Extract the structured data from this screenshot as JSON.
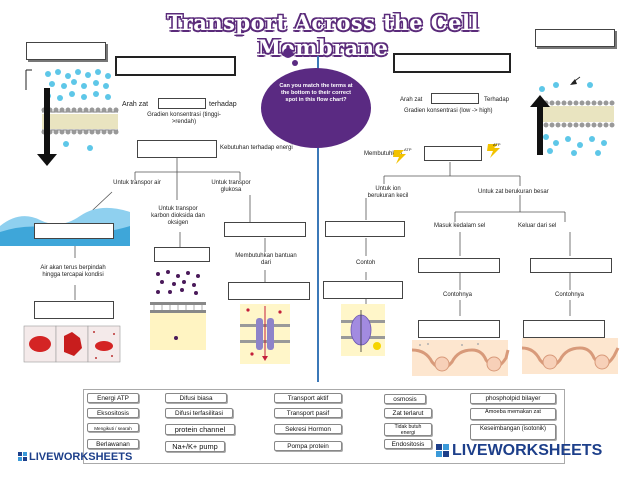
{
  "header": {
    "title": "Transport Across the Cell Membrane"
  },
  "bubble": {
    "text": "Can you match the terms at the bottom to their correct spot in this flow chart?"
  },
  "left": {
    "arah_label": "Arah zat",
    "terhadap_label": "terhadap",
    "gradien_label": "Gradien konsentrasi (tinggi->rendah)",
    "kebutuhan_label": "Kebutuhan terhadap energi",
    "air_label": "Untuk transpor air",
    "gas_label": "Untuk transpor karbon dioksida dan oksigen",
    "glukosa_label": "Untuk transpor glukosa",
    "pindah_label": "Air akan terus berpindah hingga tercapai kondisi",
    "bantuan_label": "Membutuhkan bantuan dari"
  },
  "right": {
    "arah_label": "Arah zat",
    "terhadap_label": "Terhadap",
    "gradien_label": "Gradien konsentrasi (low -> high)",
    "membutuhkan_label": "Membutuhkan",
    "atp_label": "ATP",
    "ion_label": "Untuk ion berukuran kecil",
    "zat_besar_label": "Untuk zat berukuran besar",
    "masuk_label": "Masuk kedalam sel",
    "keluar_label": "Keluar dari sel",
    "contoh_label": "Contoh",
    "contohnya_left": "Contohnya",
    "contohnya_right": "Contohnya"
  },
  "word_bank": {
    "tiles": [
      "Energi ATP",
      "Difusi biasa",
      "Transport aktif",
      "osmosis",
      "phospholpid bilayer",
      "Eksositosis",
      "Difusi terfasilitasi",
      "Transport pasif",
      "Zat terlarut",
      "Amoeba memakan zat",
      "Mengikuti / searah",
      "protein channel",
      "Sekresi Hormon",
      "Tidak butuh energi",
      "Keseimbangan (isotonik)",
      "Berlawanan",
      "Na+/K+ pump",
      "Pompa protein",
      "Endositosis"
    ]
  },
  "branding": {
    "left": "LIVEWORKSHEETS",
    "right": "LIVEWORKSHEETS"
  },
  "colors": {
    "title_outline": "#5a2a7a",
    "bubble": "#5a2a82",
    "divider": "#3b78b8",
    "brand": "#1d3f8a"
  }
}
